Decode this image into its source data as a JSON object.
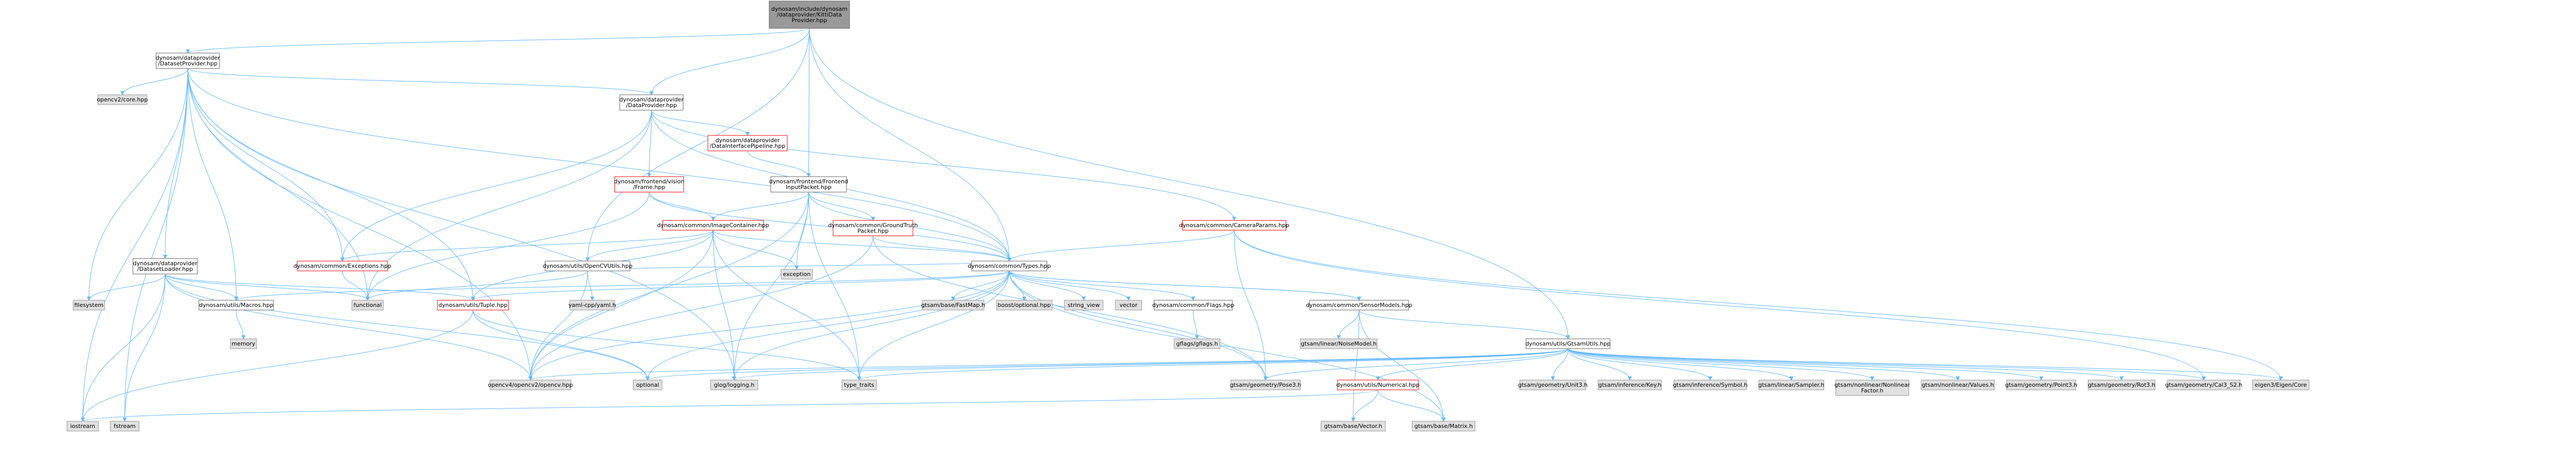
{
  "colors": {
    "root_fill": "#999999",
    "project_fill": "#ffffff",
    "project_stroke": "#666666",
    "missing_stroke": "#ff0000",
    "external_fill": "#e0e0e0",
    "external_stroke": "#999999",
    "edge": "#63b8ff"
  },
  "nodes": [
    {
      "id": "root",
      "kind": "root",
      "lines": [
        "dynosam/include/dynosam",
        "/dataprovider/KittiData",
        "Provider.hpp"
      ]
    },
    {
      "id": "datasetprovider",
      "kind": "project",
      "lines": [
        "dynosam/dataprovider",
        "/DatasetProvider.hpp"
      ]
    },
    {
      "id": "opencv2core",
      "kind": "external",
      "lines": [
        "opencv2/core.hpp"
      ]
    },
    {
      "id": "dataprovider",
      "kind": "project",
      "lines": [
        "dynosam/dataprovider",
        "/DataProvider.hpp"
      ]
    },
    {
      "id": "datainterfacepipeline",
      "kind": "missing",
      "lines": [
        "dynosam/dataprovider",
        "/DataInterfacePipeline.hpp"
      ]
    },
    {
      "id": "vision_frame",
      "kind": "missing",
      "lines": [
        "dynosam/frontend/vision",
        "/Frame.hpp"
      ]
    },
    {
      "id": "frontendinputpacket",
      "kind": "project",
      "lines": [
        "dynosam/frontend/Frontend",
        "InputPacket.hpp"
      ]
    },
    {
      "id": "cameraparams",
      "kind": "missing",
      "lines": [
        "dynosam/common/CameraParams.hpp"
      ]
    },
    {
      "id": "groundtruthpacket",
      "kind": "missing",
      "lines": [
        "dynosam/common/GroundTruth",
        "Packet.hpp"
      ]
    },
    {
      "id": "imagecontainer",
      "kind": "missing",
      "lines": [
        "dynosam/common/ImageContainer.hpp"
      ]
    },
    {
      "id": "datasetloader",
      "kind": "project",
      "lines": [
        "dynosam/dataprovider",
        "/DatasetLoader.hpp"
      ]
    },
    {
      "id": "exceptions",
      "kind": "missing",
      "lines": [
        "dynosam/common/Exceptions.hpp"
      ]
    },
    {
      "id": "opencvutils",
      "kind": "project",
      "lines": [
        "dynosam/utils/OpenCVUtils.hpp"
      ]
    },
    {
      "id": "exception",
      "kind": "external",
      "lines": [
        "exception"
      ]
    },
    {
      "id": "types",
      "kind": "project",
      "lines": [
        "dynosam/common/Types.hpp"
      ]
    },
    {
      "id": "filesystem",
      "kind": "external",
      "lines": [
        "filesystem"
      ]
    },
    {
      "id": "macros",
      "kind": "project",
      "lines": [
        "dynosam/utils/Macros.hpp"
      ]
    },
    {
      "id": "functional",
      "kind": "external",
      "lines": [
        "functional"
      ]
    },
    {
      "id": "tuple",
      "kind": "missing",
      "lines": [
        "dynosam/utils/Tuple.hpp"
      ]
    },
    {
      "id": "yamlcpp",
      "kind": "external",
      "lines": [
        "yaml-cpp/yaml.h"
      ]
    },
    {
      "id": "fastmap",
      "kind": "external",
      "lines": [
        "gtsam/base/FastMap.h"
      ]
    },
    {
      "id": "boostoptional",
      "kind": "external",
      "lines": [
        "boost/optional.hpp"
      ]
    },
    {
      "id": "string_view",
      "kind": "external",
      "lines": [
        "string_view"
      ]
    },
    {
      "id": "vector",
      "kind": "external",
      "lines": [
        "vector"
      ]
    },
    {
      "id": "flags",
      "kind": "project",
      "lines": [
        "dynosam/common/Flags.hpp"
      ]
    },
    {
      "id": "sensormodels",
      "kind": "project",
      "lines": [
        "dynosam/common/SensorModels.hpp"
      ]
    },
    {
      "id": "memory",
      "kind": "external",
      "lines": [
        "memory"
      ]
    },
    {
      "id": "gflags",
      "kind": "external",
      "lines": [
        "gflags/gflags.h"
      ]
    },
    {
      "id": "noisemodel",
      "kind": "external",
      "lines": [
        "gtsam/linear/NoiseModel.h"
      ]
    },
    {
      "id": "gtsamutils",
      "kind": "project",
      "lines": [
        "dynosam/utils/GtsamUtils.hpp"
      ]
    },
    {
      "id": "opencv2opencv",
      "kind": "external",
      "lines": [
        "opencv4/opencv2/opencv.hpp"
      ]
    },
    {
      "id": "optional",
      "kind": "external",
      "lines": [
        "optional"
      ]
    },
    {
      "id": "glog",
      "kind": "external",
      "lines": [
        "glog/logging.h"
      ]
    },
    {
      "id": "type_traits",
      "kind": "external",
      "lines": [
        "type_traits"
      ]
    },
    {
      "id": "pose3",
      "kind": "external",
      "lines": [
        "gtsam/geometry/Pose3.h"
      ]
    },
    {
      "id": "numerical",
      "kind": "missing",
      "lines": [
        "dynosam/utils/Numerical.hpp"
      ]
    },
    {
      "id": "unit3",
      "kind": "external",
      "lines": [
        "gtsam/geometry/Unit3.h"
      ]
    },
    {
      "id": "inferencekey",
      "kind": "external",
      "lines": [
        "gtsam/inference/Key.h"
      ]
    },
    {
      "id": "symbol",
      "kind": "external",
      "lines": [
        "gtsam/inference/Symbol.h"
      ]
    },
    {
      "id": "sampler",
      "kind": "external",
      "lines": [
        "gtsam/linear/Sampler.h"
      ]
    },
    {
      "id": "nonlinearfactor",
      "kind": "external",
      "lines": [
        "gtsam/nonlinear/Nonlinear",
        "Factor.h"
      ]
    },
    {
      "id": "values",
      "kind": "external",
      "lines": [
        "gtsam/nonlinear/Values.h"
      ]
    },
    {
      "id": "point3",
      "kind": "external",
      "lines": [
        "gtsam/geometry/Point3.h"
      ]
    },
    {
      "id": "rot3",
      "kind": "external",
      "lines": [
        "gtsam/geometry/Rot3.h"
      ]
    },
    {
      "id": "cal3",
      "kind": "external",
      "lines": [
        "gtsam/geometry/Cal3_S2.h"
      ]
    },
    {
      "id": "eigen",
      "kind": "external",
      "lines": [
        "eigen3/Eigen/Core"
      ]
    },
    {
      "id": "iostream",
      "kind": "external",
      "lines": [
        "iostream"
      ]
    },
    {
      "id": "fstream",
      "kind": "external",
      "lines": [
        "fstream"
      ]
    },
    {
      "id": "gtsamvector",
      "kind": "external",
      "lines": [
        "gtsam/base/Vector.h"
      ]
    },
    {
      "id": "gtsammatrix",
      "kind": "external",
      "lines": [
        "gtsam/base/Matrix.h"
      ]
    }
  ],
  "edges": [
    [
      "root",
      "datasetprovider"
    ],
    [
      "root",
      "dataprovider"
    ],
    [
      "root",
      "types"
    ],
    [
      "root",
      "opencvutils"
    ],
    [
      "root",
      "frontendinputpacket"
    ],
    [
      "root",
      "gtsamutils"
    ],
    [
      "datasetprovider",
      "opencv2core"
    ],
    [
      "datasetprovider",
      "dataprovider"
    ],
    [
      "datasetprovider",
      "datasetloader"
    ],
    [
      "datasetprovider",
      "exceptions"
    ],
    [
      "datasetprovider",
      "filesystem"
    ],
    [
      "datasetprovider",
      "functional"
    ],
    [
      "datasetprovider",
      "macros"
    ],
    [
      "datasetprovider",
      "iostream"
    ],
    [
      "datasetprovider",
      "fstream"
    ],
    [
      "datasetprovider",
      "glog"
    ],
    [
      "datasetprovider",
      "opencv2opencv"
    ],
    [
      "datasetprovider",
      "tuple"
    ],
    [
      "datasetprovider",
      "types"
    ],
    [
      "dataprovider",
      "datainterfacepipeline"
    ],
    [
      "dataprovider",
      "vision_frame"
    ],
    [
      "dataprovider",
      "cameraparams"
    ],
    [
      "dataprovider",
      "types"
    ],
    [
      "dataprovider",
      "exceptions"
    ],
    [
      "dataprovider",
      "functional"
    ],
    [
      "datainterfacepipeline",
      "frontendinputpacket"
    ],
    [
      "vision_frame",
      "imagecontainer"
    ],
    [
      "vision_frame",
      "types"
    ],
    [
      "vision_frame",
      "functional"
    ],
    [
      "frontendinputpacket",
      "imagecontainer"
    ],
    [
      "frontendinputpacket",
      "groundtruthpacket"
    ],
    [
      "frontendinputpacket",
      "types"
    ],
    [
      "frontendinputpacket",
      "exception"
    ],
    [
      "frontendinputpacket",
      "glog"
    ],
    [
      "frontendinputpacket",
      "type_traits"
    ],
    [
      "frontendinputpacket",
      "opencv2opencv"
    ],
    [
      "cameraparams",
      "types"
    ],
    [
      "cameraparams",
      "eigen"
    ],
    [
      "cameraparams",
      "cal3"
    ],
    [
      "cameraparams",
      "pose3"
    ],
    [
      "groundtruthpacket",
      "types"
    ],
    [
      "groundtruthpacket",
      "pose3"
    ],
    [
      "groundtruthpacket",
      "opencv2opencv"
    ],
    [
      "imagecontainer",
      "exceptions"
    ],
    [
      "imagecontainer",
      "opencvutils"
    ],
    [
      "imagecontainer",
      "types"
    ],
    [
      "imagecontainer",
      "exception"
    ],
    [
      "imagecontainer",
      "glog"
    ],
    [
      "imagecontainer",
      "type_traits"
    ],
    [
      "imagecontainer",
      "opencv2opencv"
    ],
    [
      "imagecontainer",
      "tuple"
    ],
    [
      "datasetloader",
      "filesystem"
    ],
    [
      "datasetloader",
      "macros"
    ],
    [
      "datasetloader",
      "iostream"
    ],
    [
      "datasetloader",
      "fstream"
    ],
    [
      "datasetloader",
      "opencv2opencv"
    ],
    [
      "datasetloader",
      "optional"
    ],
    [
      "datasetloader",
      "functional"
    ],
    [
      "datasetloader",
      "tuple"
    ],
    [
      "exceptions",
      "functional"
    ],
    [
      "opencvutils",
      "opencv2opencv"
    ],
    [
      "opencvutils",
      "yamlcpp"
    ],
    [
      "opencvutils",
      "types"
    ],
    [
      "opencvutils",
      "functional"
    ],
    [
      "types",
      "fastmap"
    ],
    [
      "types",
      "boostoptional"
    ],
    [
      "types",
      "string_view"
    ],
    [
      "types",
      "vector"
    ],
    [
      "types",
      "flags"
    ],
    [
      "types",
      "sensormodels"
    ],
    [
      "types",
      "tuple"
    ],
    [
      "types",
      "opencv2opencv"
    ],
    [
      "types",
      "optional"
    ],
    [
      "types",
      "glog"
    ],
    [
      "types",
      "type_traits"
    ],
    [
      "types",
      "pose3"
    ],
    [
      "types",
      "macros"
    ],
    [
      "types",
      "gtsammatrix"
    ],
    [
      "macros",
      "memory"
    ],
    [
      "tuple",
      "type_traits"
    ],
    [
      "tuple",
      "iostream"
    ],
    [
      "tuple",
      "optional"
    ],
    [
      "flags",
      "gflags"
    ],
    [
      "sensormodels",
      "noisemodel"
    ],
    [
      "sensormodels",
      "gtsamutils"
    ],
    [
      "sensormodels",
      "types"
    ],
    [
      "sensormodels",
      "gtsammatrix"
    ],
    [
      "sensormodels",
      "gtsamvector"
    ],
    [
      "gtsamutils",
      "opencv2opencv"
    ],
    [
      "gtsamutils",
      "optional"
    ],
    [
      "gtsamutils",
      "glog"
    ],
    [
      "gtsamutils",
      "type_traits"
    ],
    [
      "gtsamutils",
      "pose3"
    ],
    [
      "gtsamutils",
      "numerical"
    ],
    [
      "gtsamutils",
      "unit3"
    ],
    [
      "gtsamutils",
      "inferencekey"
    ],
    [
      "gtsamutils",
      "symbol"
    ],
    [
      "gtsamutils",
      "sampler"
    ],
    [
      "gtsamutils",
      "nonlinearfactor"
    ],
    [
      "gtsamutils",
      "values"
    ],
    [
      "gtsamutils",
      "point3"
    ],
    [
      "gtsamutils",
      "rot3"
    ],
    [
      "gtsamutils",
      "cal3"
    ],
    [
      "gtsamutils",
      "eigen"
    ],
    [
      "numerical",
      "gtsamvector"
    ],
    [
      "numerical",
      "gtsammatrix"
    ],
    [
      "numerical",
      "iostream"
    ]
  ]
}
